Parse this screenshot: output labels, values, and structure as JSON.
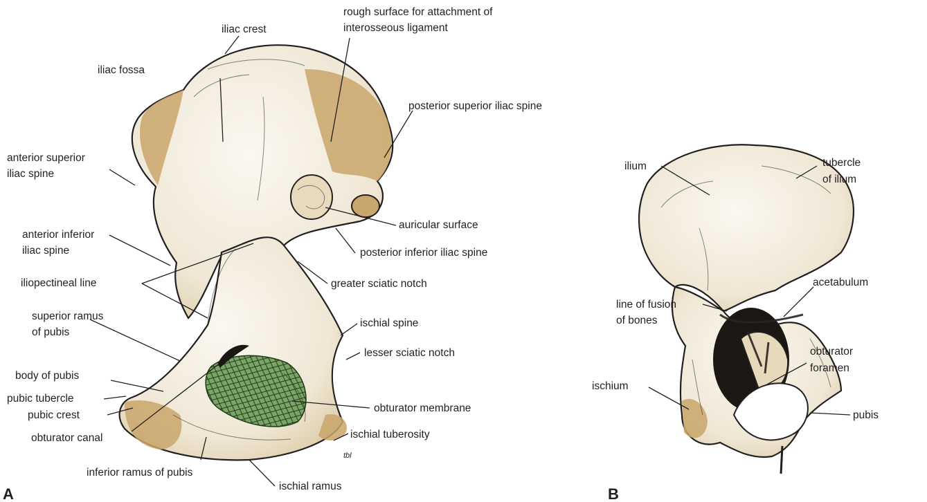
{
  "panels": {
    "a": {
      "letter": "A",
      "labels": {
        "rough_surface_line1": "rough surface for attachment of",
        "rough_surface_line2": "interosseous ligament",
        "iliac_crest": "iliac crest",
        "iliac_fossa": "iliac fossa",
        "posterior_superior_iliac_spine": "posterior superior iliac spine",
        "asis_line1": "anterior superior",
        "asis_line2": "iliac spine",
        "auricular_surface": "auricular surface",
        "aiis_line1": "anterior inferior",
        "aiis_line2": "iliac spine",
        "posterior_inferior_iliac_spine": "posterior inferior iliac spine",
        "iliopectineal_line": "iliopectineal line",
        "greater_sciatic_notch": "greater sciatic notch",
        "superior_ramus_line1": "superior ramus",
        "superior_ramus_line2": "of pubis",
        "ischial_spine": "ischial spine",
        "lesser_sciatic_notch": "lesser sciatic notch",
        "body_of_pubis": "body of pubis",
        "pubic_tubercle": "pubic tubercle",
        "pubic_crest": "pubic crest",
        "obturator_membrane": "obturator membrane",
        "obturator_canal": "obturator canal",
        "ischial_tuberosity": "ischial tuberosity",
        "inferior_ramus_of_pubis": "inferior ramus of pubis",
        "ischial_ramus": "ischial ramus",
        "artist_mark": "tbl"
      }
    },
    "b": {
      "letter": "B",
      "labels": {
        "ilium": "ilium",
        "tubercle_line1": "tubercle",
        "tubercle_line2": "of ilium",
        "acetabulum": "acetabulum",
        "fusion_line1": "line of fusion",
        "fusion_line2": "of bones",
        "obturator_foramen_line1": "obturator",
        "obturator_foramen_line2": "foramen",
        "ischium": "ischium",
        "pubis": "pubis"
      }
    }
  },
  "colors": {
    "bone": "#f3ecdd",
    "bone_shade": "#e4d7bc",
    "rough_surface": "#c9a66b",
    "obturator_membrane": "#6f9a5c",
    "outline": "#231f20"
  }
}
